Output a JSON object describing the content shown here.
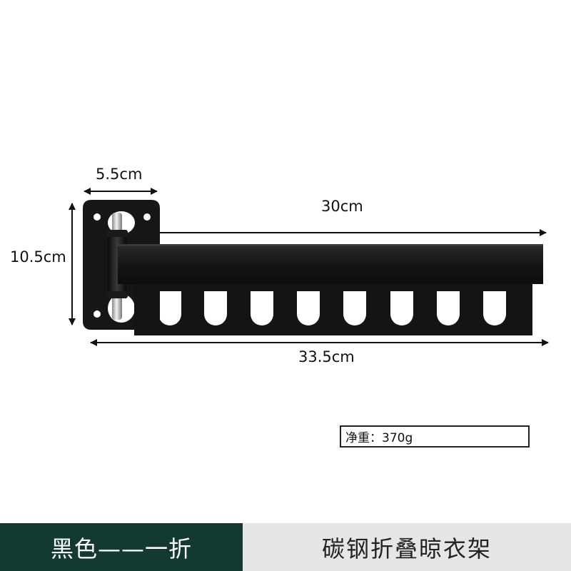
{
  "dimensions": {
    "bracket_width": "5.5cm",
    "arm_length": "30cm",
    "height": "10.5cm",
    "total_length": "33.5cm"
  },
  "weight": {
    "label": "净重：370g"
  },
  "footer": {
    "color_option": "黑色——一折",
    "product_name": "碳钢折叠晾衣架"
  },
  "colors": {
    "product": "#141414",
    "footer_dark": "#133a32",
    "footer_light": "#e6e6e6"
  }
}
